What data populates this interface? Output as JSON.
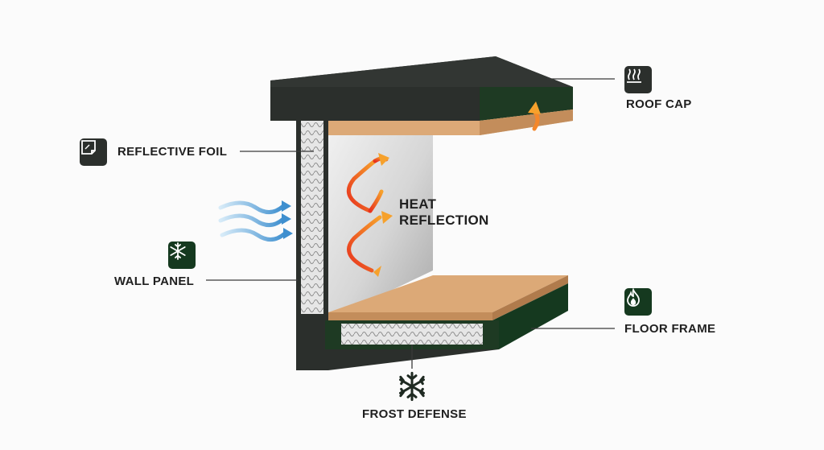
{
  "labels": {
    "roof_cap": "ROOF CAP",
    "reflective_foil": "REFLECTIVE FOIL",
    "heat_reflection_line1": "HEAT",
    "heat_reflection_line2": "REFLECTION",
    "wall_panel": "WALL PANEL",
    "floor_frame": "FLOOR FRAME",
    "frost_defense": "FROST DEFENSE"
  },
  "icons": {
    "roof_cap": "heat-rising-icon",
    "reflective_foil": "foil-sheet-icon",
    "wall_panel": "snowflake-icon",
    "floor_frame": "flame-icon",
    "frost_defense": "snowflake-icon"
  },
  "colors": {
    "structure_dark": "#2b2f2c",
    "roof_green": "#1e3a23",
    "wood": "#dca977",
    "foil": "#d9d9d9",
    "cold_air": "#5aa2d6",
    "heat": "#f4872a"
  }
}
